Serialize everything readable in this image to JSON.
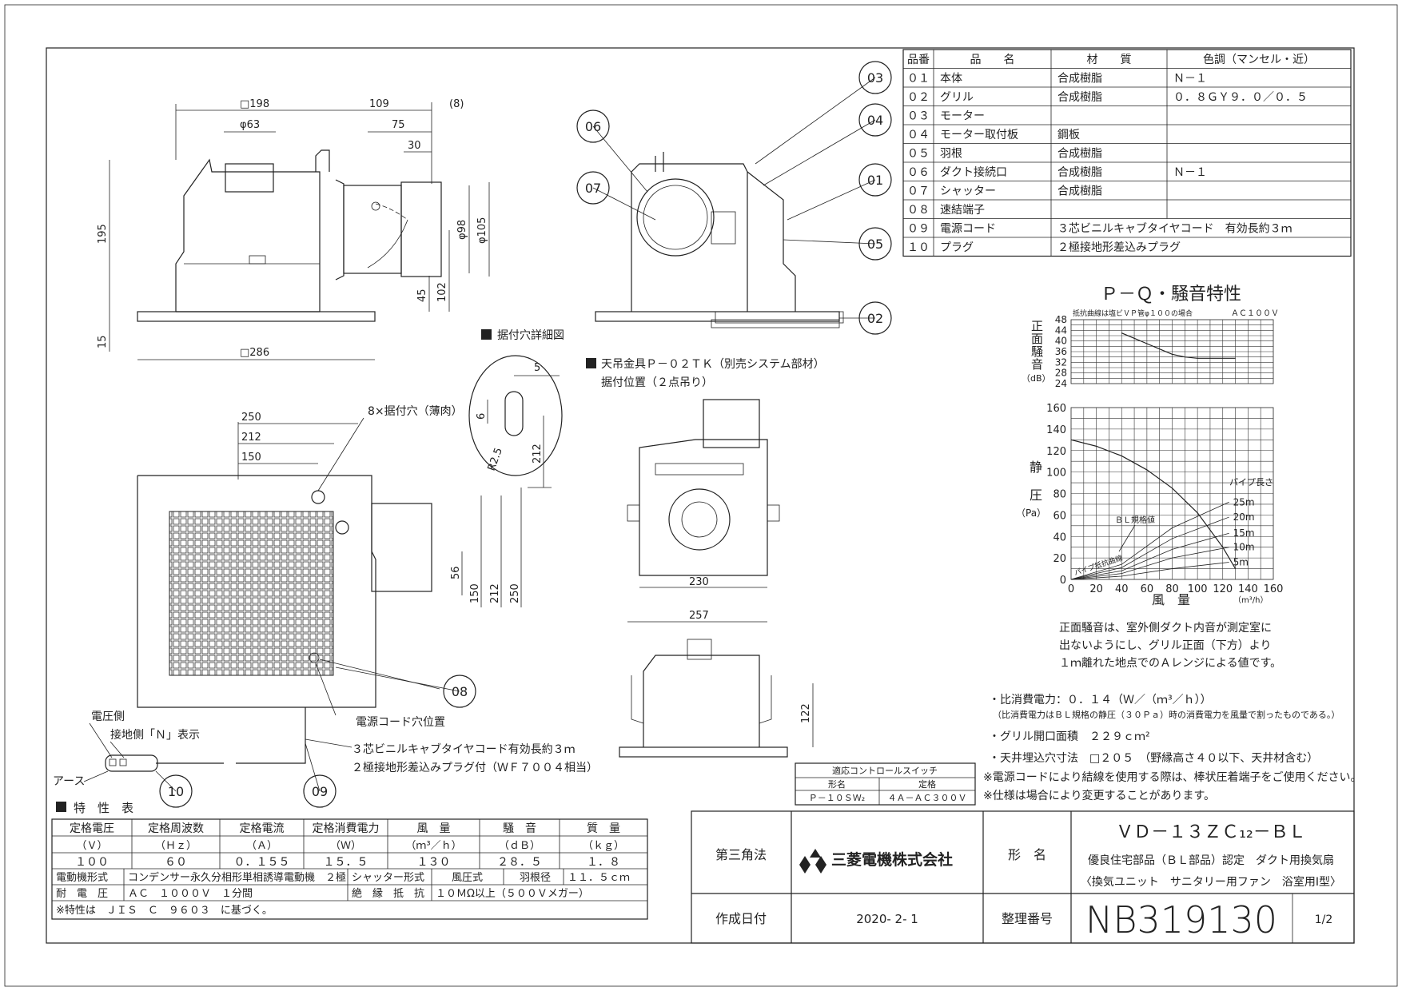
{
  "parts": {
    "headers": [
      "品番",
      "品　　名",
      "材　　質",
      "色調（マンセル・近）"
    ],
    "rows": [
      [
        "０１",
        "本体",
        "合成樹脂",
        "Ｎ－１"
      ],
      [
        "０２",
        "グリル",
        "合成樹脂",
        "０．８ＧＹ９．０／０．５"
      ],
      [
        "０３",
        "モーター",
        "",
        ""
      ],
      [
        "０４",
        "モーター取付板",
        "鋼板",
        ""
      ],
      [
        "０５",
        "羽根",
        "合成樹脂",
        ""
      ],
      [
        "０６",
        "ダクト接続口",
        "合成樹脂",
        "Ｎ－１"
      ],
      [
        "０７",
        "シャッター",
        "合成樹脂",
        ""
      ],
      [
        "０８",
        "速結端子",
        "",
        ""
      ],
      [
        "０９",
        "電源コード",
        "３芯ビニルキャブタイヤコード　有効長約３ｍ",
        ""
      ],
      [
        "１０",
        "プラグ",
        "２極接地形差込みプラグ",
        ""
      ]
    ]
  },
  "balloons": [
    "03",
    "04",
    "01",
    "05",
    "02",
    "06",
    "07",
    "08",
    "09",
    "10"
  ],
  "dims": {
    "top_width": "□198",
    "phi63": "φ63",
    "d109": "109",
    "d8": "(8)",
    "d75": "75",
    "d30": "30",
    "d195": "195",
    "phi98": "φ98",
    "phi105": "φ105",
    "d45": "45",
    "d102": "102",
    "d15": "15",
    "bottom_width": "□286",
    "d250": "250",
    "d212": "212",
    "d150": "150",
    "d56": "56",
    "d150v": "150",
    "d212v": "212",
    "d250v": "250",
    "holes": "8×据付穴（薄肉）",
    "d5": "5",
    "d6": "6",
    "r25": "R2.5",
    "d212b": "212",
    "d230": "230",
    "d257": "257",
    "d122": "122"
  },
  "labels": {
    "mount_detail": "据付穴詳細図",
    "hanger": "天吊金具Ｐ－０２ＴＫ（別売システム部材）",
    "hanger2": "据付位置（２点吊り）",
    "cord_hole": "電源コード穴位置",
    "cord1": "３芯ビニルキャブタイヤコード有効長約３ｍ",
    "cord2": "２極接地形差込みプラグ付（ＷＦ７００４相当）",
    "voltage_side": "電圧側",
    "ground_side": "接地側「Ｎ」表示",
    "earth": "アース"
  },
  "chart_data": [
    {
      "type": "line",
      "title": "Ｐ－Ｑ・騒音特性",
      "note": "抵抗曲線は塩ビＶＰ管φ１００の場合",
      "power": "ＡＣ１００Ｖ",
      "ylabel": "正面騒音",
      "yunit": "（dB）",
      "yticks": [
        "48",
        "44",
        "40",
        "36",
        "32",
        "28",
        "24"
      ],
      "ylim": [
        24,
        48
      ],
      "xlim": [
        0,
        160
      ],
      "series": [
        {
          "x": [
            40,
            50,
            60,
            70,
            80,
            90,
            100,
            110,
            120,
            130
          ],
          "y": [
            43,
            41,
            39,
            37,
            35,
            34,
            33.5,
            33.5,
            33.5,
            33.5
          ]
        }
      ]
    },
    {
      "type": "line",
      "ylabel": "静圧",
      "yunit": "（Pa）",
      "xlabel": "風　量",
      "xunit": "（m³/h）",
      "xticks": [
        "0",
        "20",
        "40",
        "60",
        "80",
        "100",
        "120",
        "140",
        "160"
      ],
      "yticks": [
        "160",
        "140",
        "120",
        "100",
        "80",
        "60",
        "40",
        "20",
        "0"
      ],
      "xlim": [
        0,
        160
      ],
      "ylim": [
        0,
        160
      ],
      "pq_curve": {
        "x": [
          0,
          20,
          40,
          60,
          80,
          100,
          120,
          130
        ],
        "y": [
          130,
          124,
          115,
          102,
          85,
          62,
          30,
          10
        ]
      },
      "pipe_label": "パイプ長さ",
      "resistance_curves": [
        {
          "name": "25m",
          "x": [
            0,
            40,
            80,
            125
          ],
          "y": [
            0,
            14,
            48,
            72
          ]
        },
        {
          "name": "20m",
          "x": [
            0,
            40,
            80,
            125
          ],
          "y": [
            0,
            11,
            38,
            58
          ]
        },
        {
          "name": "15m",
          "x": [
            0,
            40,
            80,
            125
          ],
          "y": [
            0,
            8,
            28,
            43
          ]
        },
        {
          "name": "10m",
          "x": [
            0,
            40,
            80,
            125
          ],
          "y": [
            0,
            5.5,
            20,
            30
          ]
        },
        {
          "name": "5m",
          "x": [
            0,
            40,
            80,
            125
          ],
          "y": [
            0,
            3,
            10,
            16
          ]
        }
      ],
      "bl_label": "ＢＬ規格値",
      "pipe_resist_label": "パイプ抵抗曲線"
    }
  ],
  "noise_note": [
    "正面騒音は、室外側ダクト内音が測定室に",
    "出ないようにし、グリル正面（下方）より",
    "１ｍ離れた地点でのＡレンジによる値です。"
  ],
  "notes": [
    "・比消費電力：０．１４（Ｗ／（ｍ³／ｈ））",
    "（比消費電力はＢＬ規格の静圧（３０Ｐａ）時の消費電力を風量で割ったものである。）",
    "・グリル開口面積　２２９ｃｍ²",
    "・天井埋込穴寸法　□２０５　（野縁高さ４０以下、天井材含む）",
    "※電源コードにより結線を使用する際は、棒状圧着端子をご使用ください。",
    "※仕様は場合により変更することがあります。"
  ],
  "switch": {
    "title": "適応コントロールスイッチ",
    "headers": [
      "形名",
      "定格"
    ],
    "row": [
      "Ｐ－１０ＳＷ₂",
      "４Ａ－ＡＣ３００Ｖ"
    ]
  },
  "specs": {
    "title": "特　性　表",
    "headers": [
      "定格電圧",
      "定格周波数",
      "定格電流",
      "定格消費電力",
      "風　量",
      "騒　音",
      "質　量"
    ],
    "units": [
      "（Ｖ）",
      "（Ｈｚ）",
      "（Ａ）",
      "（Ｗ）",
      "（ｍ³／ｈ）",
      "（ｄＢ）",
      "（ｋｇ）"
    ],
    "values": [
      "１００",
      "６０",
      "０．１５５",
      "１５．５",
      "１３０",
      "２８．５",
      "１．８"
    ],
    "motor_label": "電動機形式",
    "motor_value": "コンデンサー永久分相形単相誘導電動機　２極",
    "shutter_label": "シャッター形式",
    "shutter_value": "風圧式",
    "blade_label": "羽根径",
    "blade_value": "１１．５ｃｍ",
    "voltage_label": "耐　電　圧",
    "voltage_value": "ＡＣ　１０００Ｖ　１分間",
    "insul_label": "絶　縁　抵　抗",
    "insul_value": "１０ＭΩ以上（５００Ｖメガー）",
    "footnote": "※特性は　ＪＩＳ　Ｃ　９６０３　に基づく。"
  },
  "titleblock": {
    "projection": "第三角法",
    "company": "三菱電機株式会社",
    "model_label": "形　名",
    "model": "ＶＤ－１３ＺＣ₁₂－ＢＬ",
    "desc1": "優良住宅部品（ＢＬ部品）認定　ダクト用換気扇",
    "desc2": "〈換気ユニット　サニタリー用ファン　浴室用Ⅰ型〉",
    "date_label": "作成日付",
    "date": "2020- 2- 1",
    "number_label": "整理番号",
    "number": "NB319130",
    "page": "1/2"
  }
}
